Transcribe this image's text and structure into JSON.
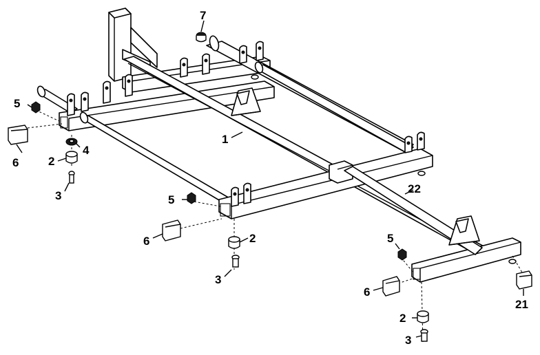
{
  "callouts": {
    "c1": "1",
    "c2a": "2",
    "c2b": "2",
    "c2c": "2",
    "c3a": "3",
    "c3b": "3",
    "c3c": "3",
    "c4": "4",
    "c5a": "5",
    "c5b": "5",
    "c5c": "5",
    "c6a": "6",
    "c6b": "6",
    "c6c": "6",
    "c7": "7",
    "c21": "21",
    "c22": "22"
  }
}
